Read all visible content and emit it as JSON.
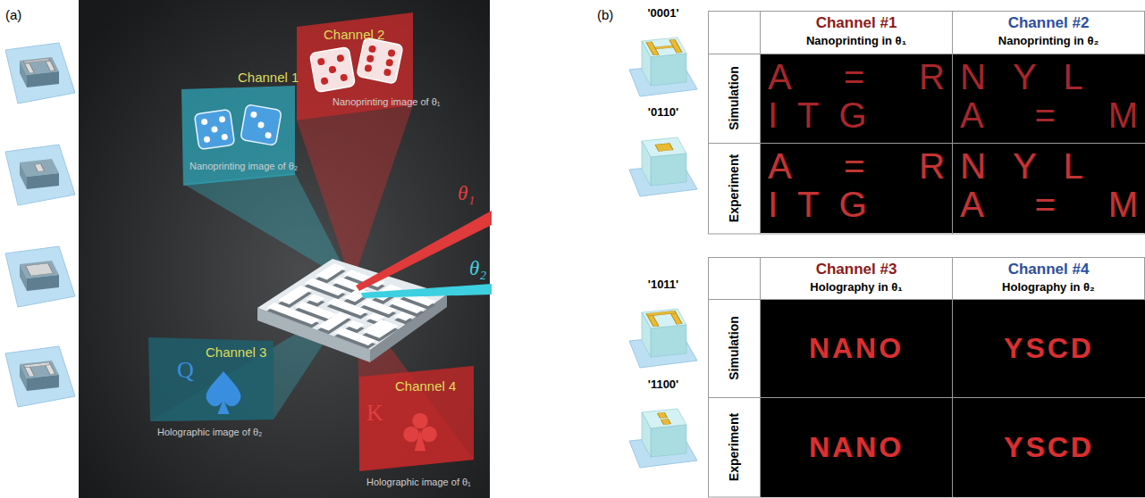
{
  "diagram": {
    "nodes": [
      {
        "text": [
          "A = R",
          "ITG"
        ]
      },
      {
        "text": [
          "NYL",
          "A = M"
        ]
      },
      {
        "text": [
          "A = R",
          "ITG"
        ]
      },
      {
        "text": [
          "NYL",
          "A = M"
        ]
      },
      {
        "text": [
          "NANO"
        ]
      },
      {
        "text": [
          "YSCD"
        ]
      },
      {
        "text": [
          "NANO"
        ]
      },
      {
        "text": [
          "YSCD"
        ]
      }
    ],
    "labels": [
      "(a)",
      "Channel 1",
      "Nanoprinting image of θ₂",
      "Channel 2",
      "Nanoprinting image of θ₁",
      "θ₁",
      "θ₂",
      "Channel 3",
      "Q",
      "Holographic image of θ₂",
      "Channel 4",
      "K",
      "Holographic image of θ₁",
      "(b)",
      "'0001'",
      "'0110'",
      "'1011'",
      "'1100'",
      "Channel #1",
      "Nanoprinting in θ₁",
      "Channel #2",
      "Nanoprinting in θ₂",
      "Simulation",
      "Experiment",
      "Channel #3",
      "Holography in θ₁",
      "Channel #4",
      "Holography in θ₂",
      "Simulation",
      "Experiment"
    ]
  }
}
